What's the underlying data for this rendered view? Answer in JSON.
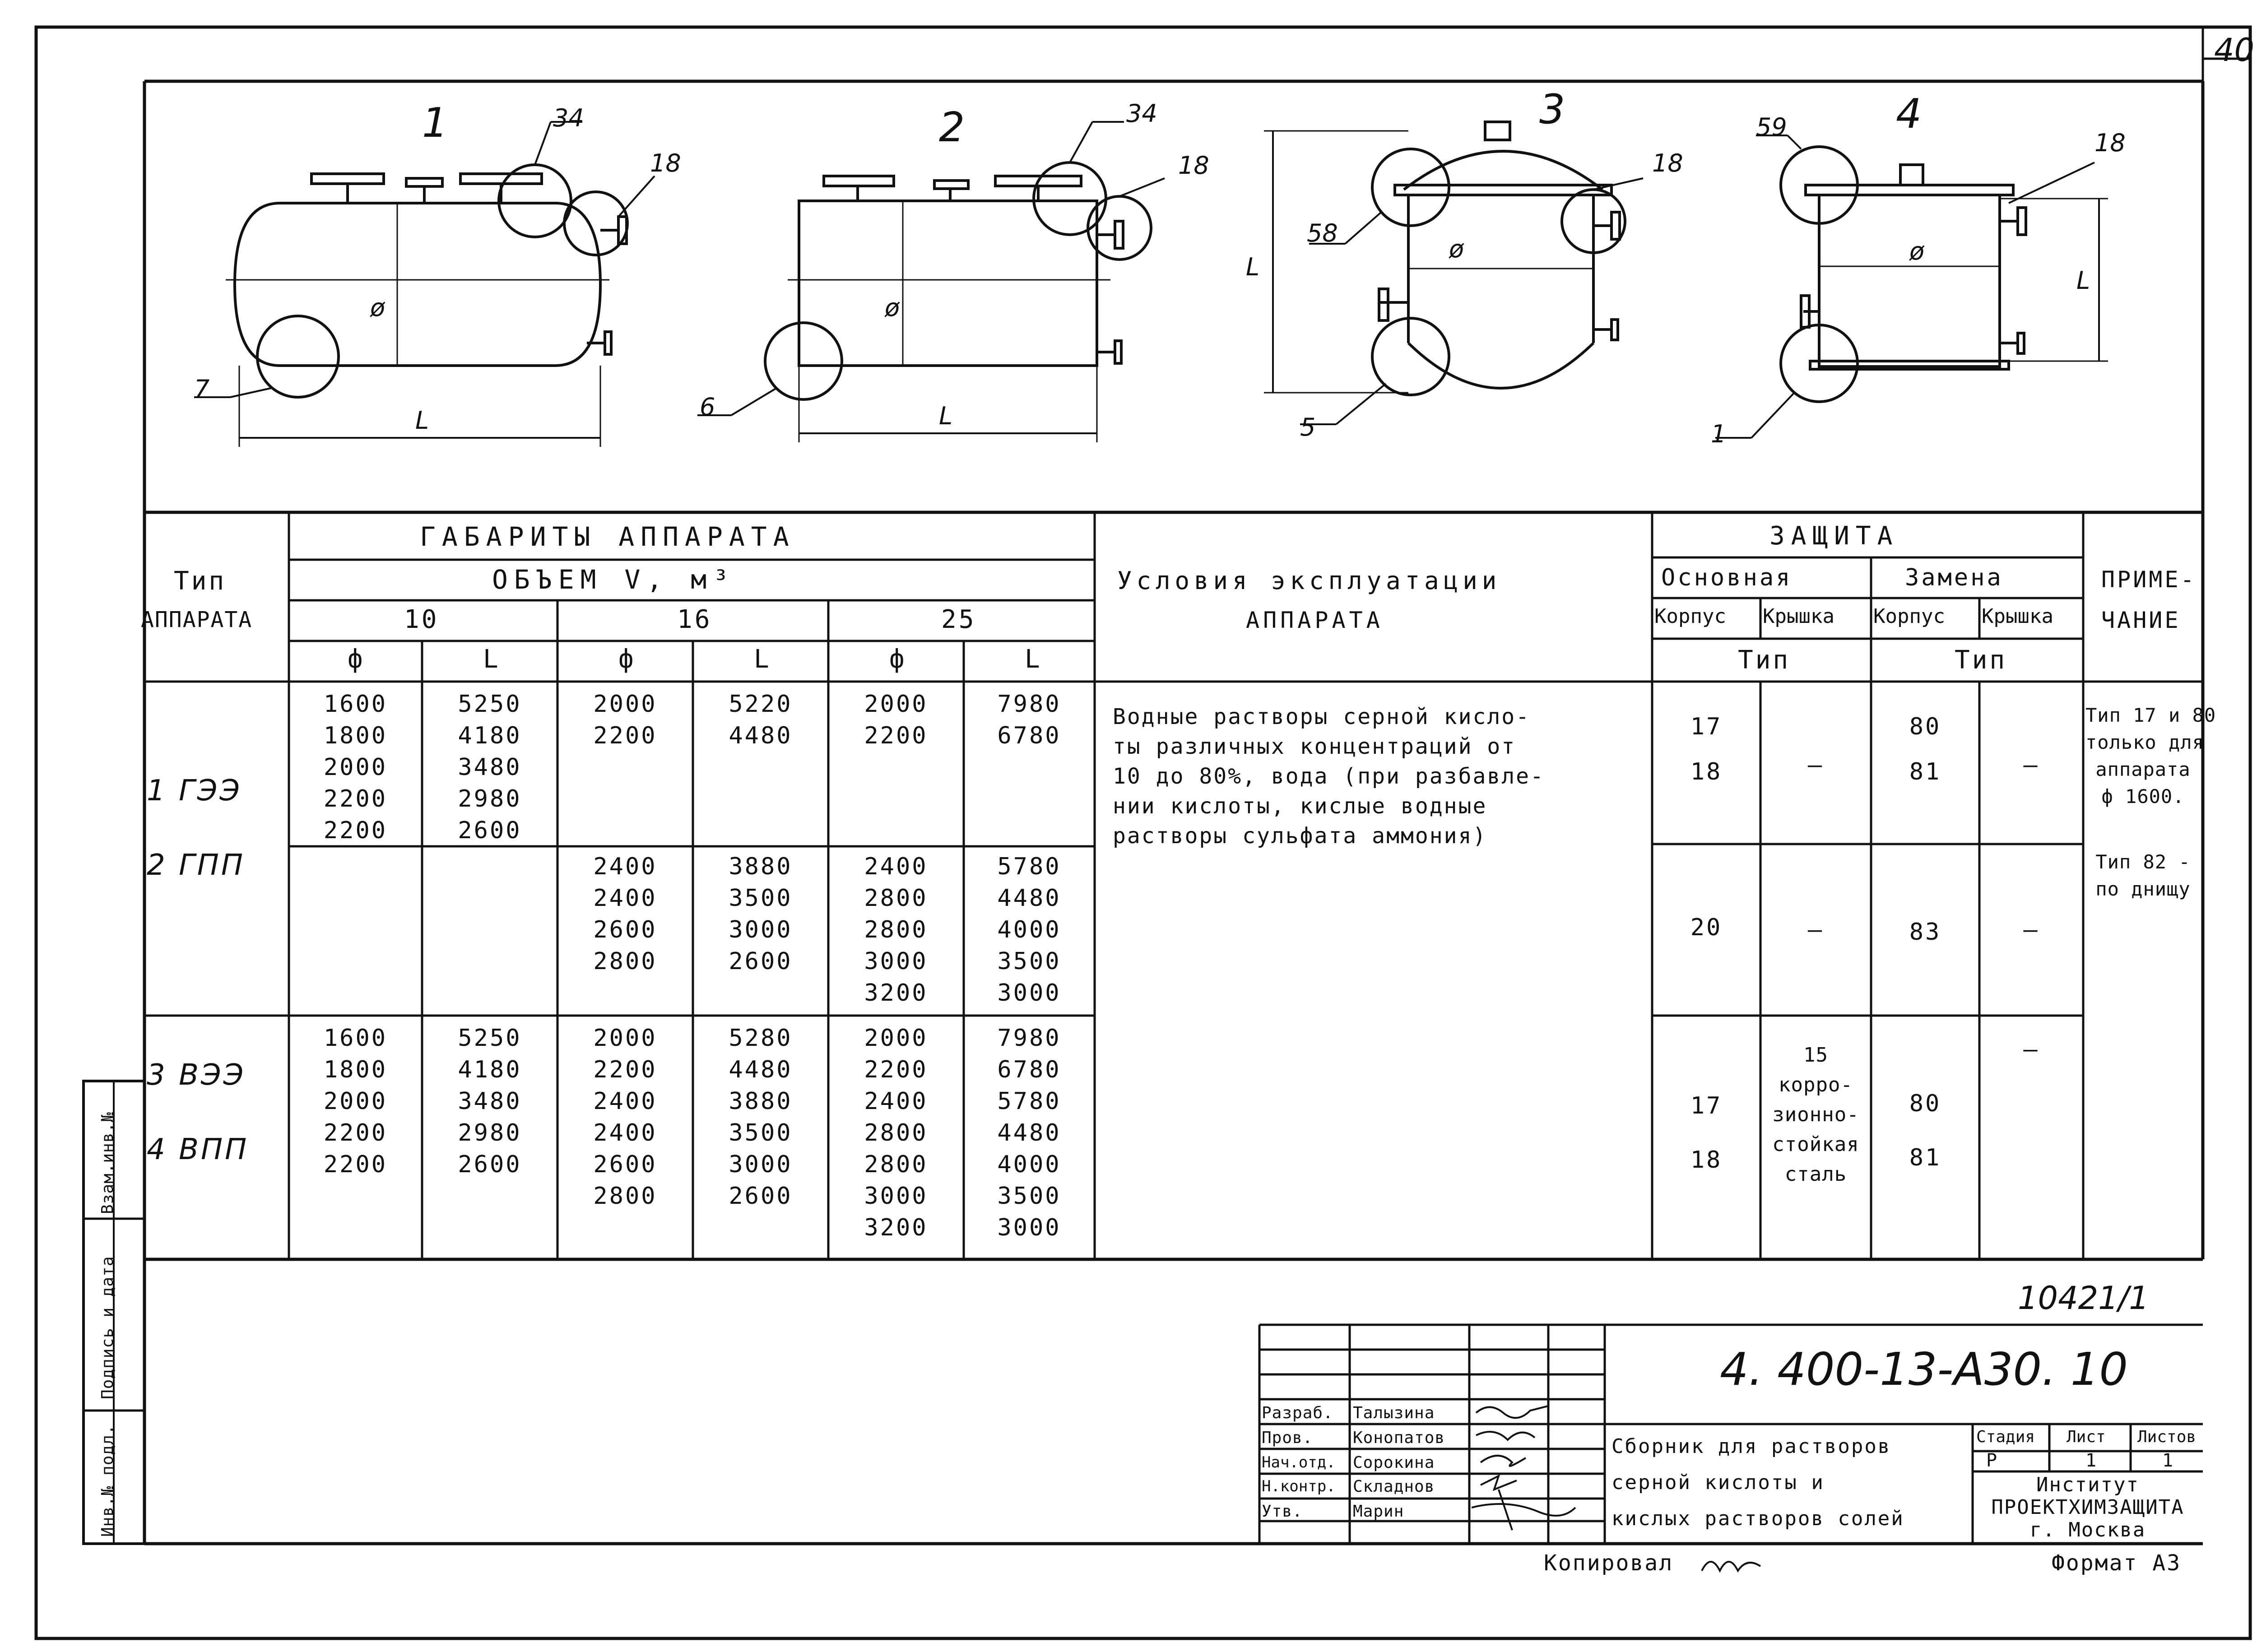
{
  "page_number": "40",
  "drawings": [
    {
      "num": "1",
      "callouts": [
        "34",
        "18",
        "7"
      ],
      "dia": "ø",
      "length": "L"
    },
    {
      "num": "2",
      "callouts": [
        "34",
        "18",
        "6"
      ],
      "dia": "ø",
      "length": "L"
    },
    {
      "num": "3",
      "callouts": [
        "18",
        "58",
        "5"
      ],
      "dia": "ø",
      "length": "L"
    },
    {
      "num": "4",
      "callouts": [
        "59",
        "18",
        "1"
      ],
      "dia": "ø",
      "length": "L"
    }
  ],
  "table": {
    "h_type": "Тип",
    "h_type2": "АППАРАТА",
    "h_dims": "ГАБАРИТЫ АППАРАТА",
    "h_volume": "ОБЪЕМ V, м³",
    "volumes": [
      "10",
      "16",
      "25"
    ],
    "h_phi": "ф",
    "h_L": "L",
    "h_conditions": "Условия эксплуатации",
    "h_conditions2": "АППАРАТА",
    "h_protection": "ЗАЩИТА",
    "h_main": "Основная",
    "h_replace": "Замена",
    "h_body": "Корпус",
    "h_lid": "Крышка",
    "h_tip": "Тип",
    "h_note": "ПРИМЕ-",
    "h_note2": "ЧАНИЕ",
    "types_a": [
      "1 ГЭЭ",
      "2 ГПП"
    ],
    "types_b": [
      "3 ВЭЭ",
      "4 ВПП"
    ],
    "r1": {
      "p10": "1600\n1800\n2000\n2200\n2200",
      "l10": "5250\n4180\n3480\n2980\n2600",
      "p16": "2000\n2200",
      "l16": "5220\n4480",
      "p25": "2000\n2200",
      "l25": "7980\n6780"
    },
    "r2": {
      "p16": "2400\n2400\n2600\n2800",
      "l16": "3880\n3500\n3000\n2600",
      "p25": "2400\n2800\n2800\n3000\n3200",
      "l25": "5780\n4480\n4000\n3500\n3000"
    },
    "r3": {
      "p10": "1600\n1800\n2000\n2200\n2200",
      "l10": "5250\n4180\n3480\n2980\n2600",
      "p16": "2000\n2200\n2400\n2400\n2600\n2800",
      "l16": "5280\n4480\n3880\n3500\n3000\n2600",
      "p25": "2000\n2200\n2400\n2800\n2800\n3000\n3200",
      "l25": "7980\n6780\n5780\n4480\n4000\n3500\n3000"
    },
    "conditions": "Водные растворы серной кисло-\nты различных концентраций от\n10 до 80%, вода (при разбавле-\nнии кислоты, кислые водные\nрастворы сульфата аммония)",
    "prot1": {
      "body": "17\n18",
      "lid": "—",
      "rbody": "80\n81",
      "rlid": "—"
    },
    "prot2": {
      "body": "20",
      "lid": "—",
      "rbody": "83",
      "rlid": "—"
    },
    "prot3": {
      "body": "17\n18",
      "lid": "15\nкорро-\nзионно-\nстойкая\nсталь",
      "rbody": "80\n81",
      "rlid": "—"
    },
    "note": "Тип 17 и 80\nтолько для\nаппарата\nф 1600.",
    "note2": "Тип 82 -\nпо днищу"
  },
  "side_stamp": [
    "Инв.№ подл.",
    "Подпись и дата",
    "Взам.инв.№"
  ],
  "title_block": {
    "inventory": "10421/1",
    "designation": "4. 400-13-А30. 10",
    "title": "Сборник для растворов\nсерной кислоты и\nкислых растворов солей",
    "stage_h": "Стадия",
    "sheet_h": "Лист",
    "sheets_h": "Листов",
    "stage": "Р",
    "sheet": "1",
    "sheets": "1",
    "org": "Институт\nПРОЕКТХИМЗАЩИТА\nг. Москва",
    "roles": [
      "Разраб.",
      "Пров.",
      "Нач.отд.",
      "Н.контр.",
      "Утв."
    ],
    "names": [
      "Талызина",
      "Конопатов",
      "Сорокина",
      "Складнов",
      "Марин"
    ]
  },
  "copied": "Копировал",
  "format": "Формат А3"
}
